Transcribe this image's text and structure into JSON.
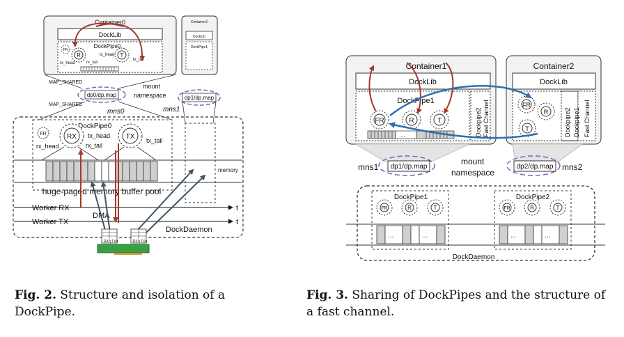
{
  "fig2": {
    "container0": "Container0",
    "docklib": "DockLib",
    "dockpipe": "DockPipe0",
    "rx_head": "rx_head",
    "tx_head": "tx_head",
    "rx_tail": "rx_tail",
    "tx_tail": "tx_tail",
    "ring_r": "R",
    "ring_t": "T",
    "ring_fr": "FR",
    "ring_rx": "RX",
    "ring_tx": "TX",
    "map_shared": "MAP_SHARED",
    "map_file0": "dp0/dp.map",
    "map_file1": "dp1/dp.map",
    "mount": "mount",
    "namespace": "namespace",
    "mns0": "mns0",
    "mns1": "mns1",
    "container1": "Container1",
    "memory": "memory",
    "pool_label": "huge-paged memory buffer pool",
    "worker_rx": "Worker RX",
    "worker_tx": "Worker TX",
    "t": "t",
    "dma": "DMA",
    "dockdaemon": "DockDaemon",
    "nic_rx": "RXq",
    "nic_tx": "TXq"
  },
  "fig3": {
    "container1": "Container1",
    "container2": "Container2",
    "docklib": "DockLib",
    "dockpipe1": "DockPipe1",
    "dockpipe2_vertical": "Dockpipe2",
    "fast_channel": "Fast Channel",
    "dockpipe2_c2": "Dockpipe2",
    "dockpipe1_c2": "Dockpipe1",
    "ring_fr": "FR",
    "ring_r": "R",
    "ring_t": "T",
    "ellipsis": "...",
    "map_file1": "dp1/dp.map",
    "map_file2": "dp2/dp.map",
    "mns1": "mns1",
    "mns2": "mns2",
    "mount": "mount",
    "namespace": "namespace",
    "daemon_pipe1": "DockPipe1",
    "daemon_pipe2": "DockPipe2",
    "dockdaemon": "DockDaemon"
  },
  "captions": {
    "fig2_label": "Fig. 2.",
    "fig2_text": "Structure and isolation of a DockPipe.",
    "fig3_label": "Fig. 3.",
    "fig3_text": "Sharing of DockPipes and the structure of a fast channel."
  },
  "colors": {
    "red_arrow": "#a23a2a",
    "blue_arrow": "#2f6db5",
    "dark_arrow": "#3d5566",
    "purple_dash": "#8a5fb0",
    "gray_fill": "#d9d9d9",
    "nic_green": "#3aa043"
  }
}
